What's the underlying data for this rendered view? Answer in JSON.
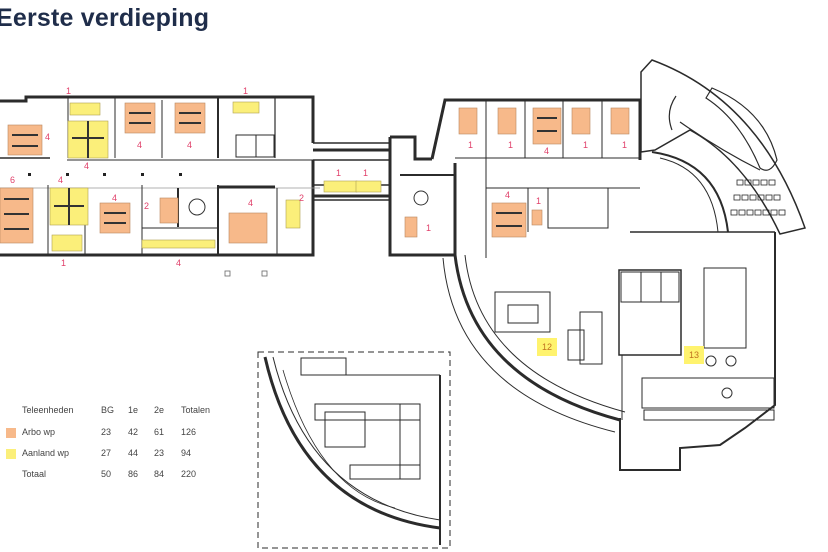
{
  "title": "Eerste verdieping",
  "colors": {
    "arbo": "#f7b98a",
    "aanland": "#fbef7a",
    "wall": "#2b2b2b",
    "label": "#e0406a",
    "tag_bg": "#fff36e",
    "tag_text": "#c07020",
    "title": "#1f2d4a"
  },
  "legend": {
    "header": {
      "name": "Teleenheden",
      "bg": "BG",
      "e1": "1e",
      "e2": "2e",
      "total": "Totalen"
    },
    "rows": [
      {
        "name": "Arbo wp",
        "swatch": "arbo",
        "bg": "23",
        "e1": "42",
        "e2": "61",
        "total": "126"
      },
      {
        "name": "Aanland wp",
        "swatch": "aanland",
        "bg": "27",
        "e1": "44",
        "e2": "23",
        "total": "94"
      },
      {
        "name": "Totaal",
        "swatch": null,
        "bg": "50",
        "e1": "86",
        "e2": "84",
        "total": "220"
      }
    ]
  },
  "workplace_counts": {
    "west_wing_top": [
      "1",
      "4",
      "4",
      "4",
      "4",
      "1"
    ],
    "west_wing_bottom": [
      "6",
      "4",
      "4",
      "2",
      "4",
      "2",
      "1",
      "4"
    ],
    "bridge": [
      "1",
      "1"
    ],
    "lobby": [
      "1"
    ],
    "east_wing_top": [
      "1",
      "1",
      "4",
      "1",
      "1"
    ],
    "east_wing_middle": [
      "4",
      "1"
    ]
  },
  "zone_tags": [
    "12",
    "13"
  ]
}
